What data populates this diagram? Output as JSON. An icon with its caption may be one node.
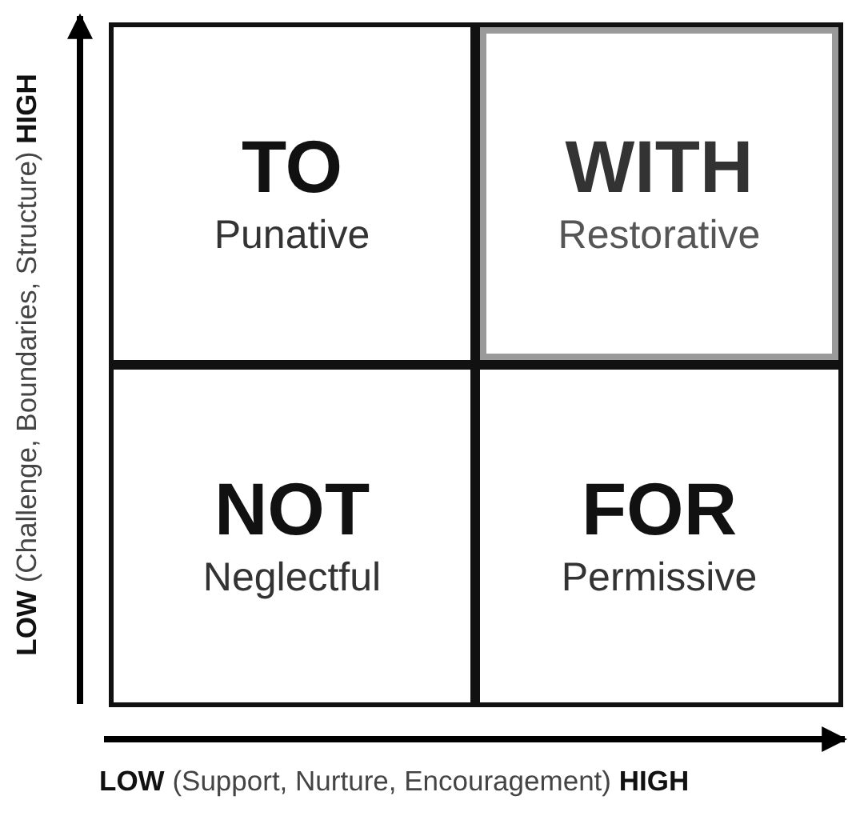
{
  "diagram": {
    "nodes": [
      {
        "text": [
          "TO",
          "Punative"
        ]
      },
      {
        "text": [
          "WITH",
          "Restorative"
        ]
      },
      {
        "text": [
          "NOT",
          "Neglectful"
        ]
      },
      {
        "text": [
          "FOR",
          "Permissive"
        ]
      }
    ],
    "labels": [
      "**LOW** (Challenge, Boundaries, Structure) **HIGH**",
      "**LOW** (Support, Nurture, Encouragement) **HIGH**"
    ]
  }
}
